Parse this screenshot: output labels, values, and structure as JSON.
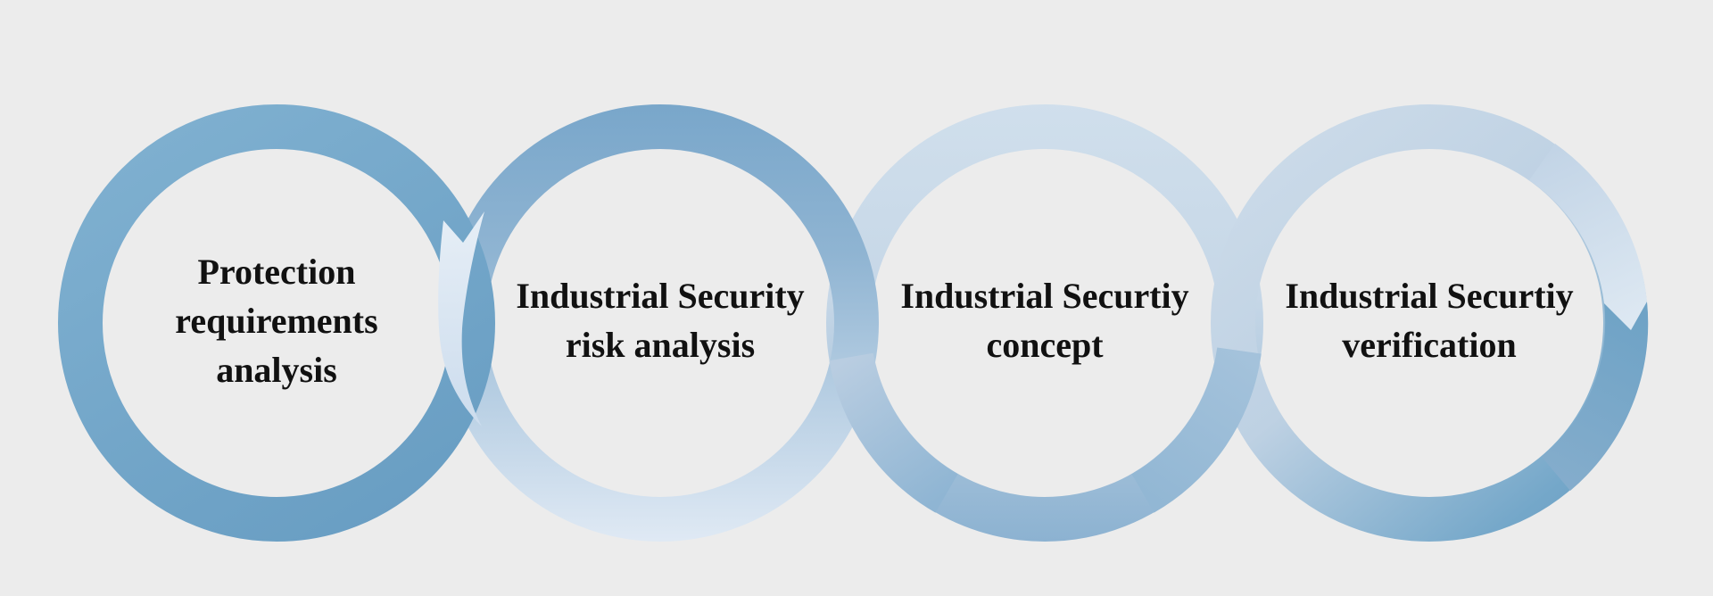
{
  "diagram": {
    "title": "Industrial Security process rings",
    "background_color": "#ececec",
    "text_color": "#111111",
    "colors": {
      "medium_blue": "#6fa3c6",
      "light_blue": "#dce7f2",
      "mid_light_blue": "#bed1e3"
    },
    "steps": [
      {
        "label": "Protection\nrequirements\nanalysis"
      },
      {
        "label": "Industrial Security\nrisk analysis"
      },
      {
        "label": "Industrial Securtiy\nconcept"
      },
      {
        "label": "Industrial Securtiy\nverification"
      }
    ]
  }
}
